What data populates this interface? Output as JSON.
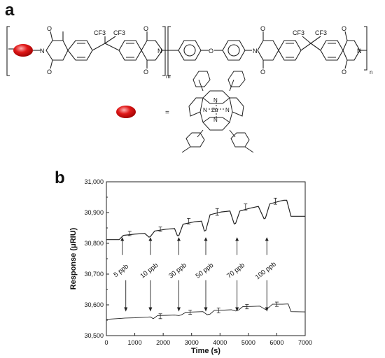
{
  "panel_a": {
    "label": "a",
    "atoms": {
      "O": "O",
      "N": "N",
      "CF3": "CF3",
      "Zn": "Zn",
      "m": "m",
      "n": "n",
      "equals": "="
    },
    "colors": {
      "porphyrin_marker": "#e01818",
      "bond": "#222222"
    }
  },
  "panel_b": {
    "label": "b",
    "annotations": [
      "5 ppb",
      "10 ppb",
      "30 ppb",
      "50 ppb",
      "70 ppb",
      "100 ppb"
    ]
  },
  "chart_data": {
    "type": "line",
    "xlabel": "Time (s)",
    "ylabel": "Response (μRIU)",
    "xlim": [
      0,
      7000
    ],
    "ylim": [
      30500,
      31000
    ],
    "xticks": [
      "0",
      "1000",
      "2000",
      "3000",
      "4000",
      "5000",
      "6000",
      "7000"
    ],
    "yticks": [
      "30,500",
      "30,600",
      "30,700",
      "30,800",
      "30,900",
      "31,000"
    ],
    "grid": false,
    "series": [
      {
        "x": [
          0,
          450,
          600,
          1000,
          1350,
          1500,
          1550,
          1700,
          2100,
          2400,
          2500,
          2550,
          2700,
          3100,
          3350,
          3450,
          3500,
          3650,
          4050,
          4350,
          4500,
          4550,
          4700,
          5050,
          5350,
          5550,
          5600,
          5750,
          6100,
          6250,
          6350,
          6500,
          7000
        ],
        "values": [
          30812,
          30812,
          30826,
          30830,
          30832,
          30820,
          30822,
          30840,
          30846,
          30848,
          30825,
          30825,
          30862,
          30870,
          30872,
          30840,
          30842,
          30893,
          30902,
          30905,
          30863,
          30865,
          30905,
          30914,
          30920,
          30880,
          30882,
          30928,
          30937,
          30940,
          30940,
          30888,
          30888
        ],
        "error_bars": [
          {
            "x": 820,
            "y": 30832,
            "err": 7
          },
          {
            "x": 1900,
            "y": 30846,
            "err": 7
          },
          {
            "x": 2900,
            "y": 30872,
            "err": 9
          },
          {
            "x": 3900,
            "y": 30902,
            "err": 11
          },
          {
            "x": 4900,
            "y": 30918,
            "err": 10
          },
          {
            "x": 5950,
            "y": 30937,
            "err": 10
          }
        ]
      },
      {
        "x": [
          0,
          500,
          650,
          1000,
          1400,
          1550,
          1650,
          1800,
          2100,
          2400,
          2550,
          2650,
          2800,
          3150,
          3400,
          3550,
          3650,
          3800,
          4150,
          4400,
          4550,
          4650,
          4800,
          5150,
          5400,
          5600,
          5700,
          5850,
          6200,
          6400,
          6500,
          7000
        ],
        "values": [
          30553,
          30556,
          30557,
          30558,
          30560,
          30561,
          30555,
          30565,
          30566,
          30567,
          30565,
          30568,
          30576,
          30577,
          30578,
          30568,
          30570,
          30582,
          30583,
          30584,
          30580,
          30583,
          30594,
          30595,
          30596,
          30585,
          30590,
          30602,
          30602,
          30603,
          30578,
          30577
        ],
        "error_bars": [
          {
            "x": 1900,
            "y": 30563,
            "err": 8
          },
          {
            "x": 2950,
            "y": 30576,
            "err": 7
          },
          {
            "x": 3950,
            "y": 30582,
            "err": 8
          },
          {
            "x": 4950,
            "y": 30594,
            "err": 7
          },
          {
            "x": 6000,
            "y": 30602,
            "err": 7
          }
        ]
      }
    ]
  }
}
